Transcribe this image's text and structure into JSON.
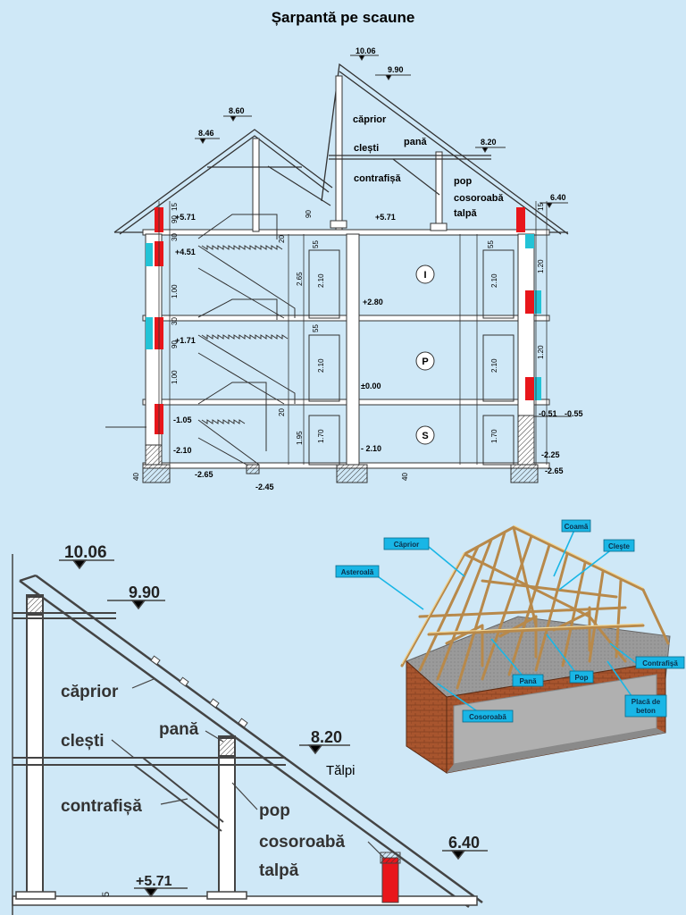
{
  "title": "Șarpantă pe scaune",
  "section": {
    "elevations": {
      "e1006": "10.06",
      "e990": "9.90",
      "e860": "8.60",
      "e846": "8.46",
      "e820": "8.20",
      "e640": "6.40",
      "e571a": "+5.71",
      "e571b": "+5.71",
      "e451": "+4.51",
      "e280": "+2.80",
      "e171": "+1.71",
      "e000": "±0.00",
      "e105": "-1.05",
      "e051": "-0.51",
      "e055": "-0.55",
      "e210a": "-2.10",
      "e210b": "- 2.10",
      "e225": "-2.25",
      "e265a": "-2.65",
      "e265b": "-2.65",
      "e245": "-2.45"
    },
    "labels": {
      "caprior": "căprior",
      "clesti": "clești",
      "pana": "pană",
      "contrafisa": "contrafișă",
      "pop": "pop",
      "cosoroaba": "cosoroabă",
      "talpa": "talpă"
    },
    "rooms": {
      "r1": "I",
      "rP": "P",
      "rS": "S"
    },
    "dims": {
      "d265": "2.65",
      "d210a": "2.10",
      "d210b": "2.10",
      "d210c": "2.10",
      "d210d": "2.10",
      "d195": "1.95",
      "d170a": "1.70",
      "d170b": "1.70",
      "d120a": "1.20",
      "d120b": "1.20",
      "d100a": "1.00",
      "d100b": "1.00",
      "d55a": "55",
      "d55b": "55",
      "d55c": "55",
      "d30a": "30",
      "d30b": "30",
      "d90a": "90",
      "d90b": "90",
      "d90c": "90",
      "d15a": "15",
      "d15b": "15",
      "d20a": "20",
      "d20b": "20",
      "d40a": "40",
      "d40b": "40"
    }
  },
  "detail": {
    "elevations": {
      "e1006": "10.06",
      "e990": "9.90",
      "e820": "8.20",
      "e640": "6.40",
      "e571": "+5.71"
    },
    "labels": {
      "caprior": "căprior",
      "clesti": "clești",
      "pana": "pană",
      "contrafisa": "contrafișă",
      "pop": "pop",
      "cosoroaba": "cosoroabă",
      "talpa": "talpă",
      "talpi": "Tălpi",
      "dim5": "5"
    }
  },
  "render3d": {
    "labels": {
      "caprior": "Căprior",
      "coama": "Coamă",
      "cleste": "Cleşte",
      "asterea": "Asteroală",
      "contrafisa": "Contrafişă",
      "pana": "Pană",
      "pop": "Pop",
      "placa1": "Placă de",
      "placa2": "beton",
      "cosoroaba": "Cosoroabă"
    }
  },
  "colors": {
    "background": "#cfe8f7",
    "accent_red": "#e8161b",
    "accent_cyan": "#23c3d6",
    "callout": "#19b6e6",
    "timber": "#e6c27a",
    "brick": "#a8552e"
  }
}
